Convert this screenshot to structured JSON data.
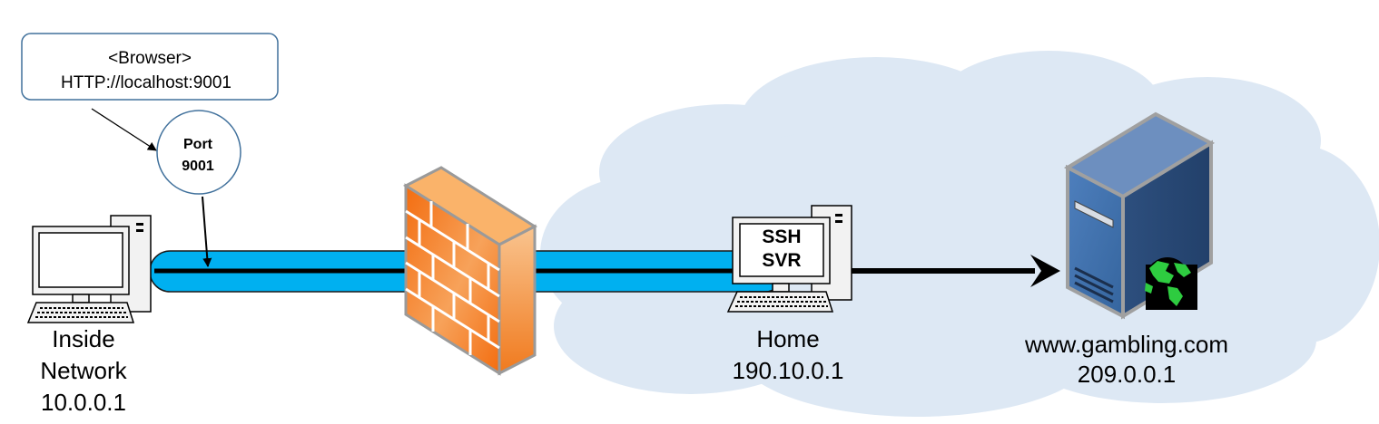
{
  "callout": {
    "line1": "<Browser>",
    "line2": "HTTP://localhost:9001"
  },
  "port_badge": {
    "line1": "Port",
    "line2": "9001"
  },
  "inside": {
    "line1": "Inside",
    "line2": "Network",
    "line3": "10.0.0.1"
  },
  "home": {
    "screen_line1": "SSH",
    "screen_line2": "SVR",
    "name": "Home",
    "ip": "190.10.0.1"
  },
  "server": {
    "name": "www.gambling.com",
    "ip": "209.0.0.1"
  },
  "colors": {
    "tunnel": "#00b0f0",
    "cloud": "#dde8f4",
    "firewall": "#f47c20",
    "server": "#3f6da8",
    "globe": "#2ecc40"
  }
}
